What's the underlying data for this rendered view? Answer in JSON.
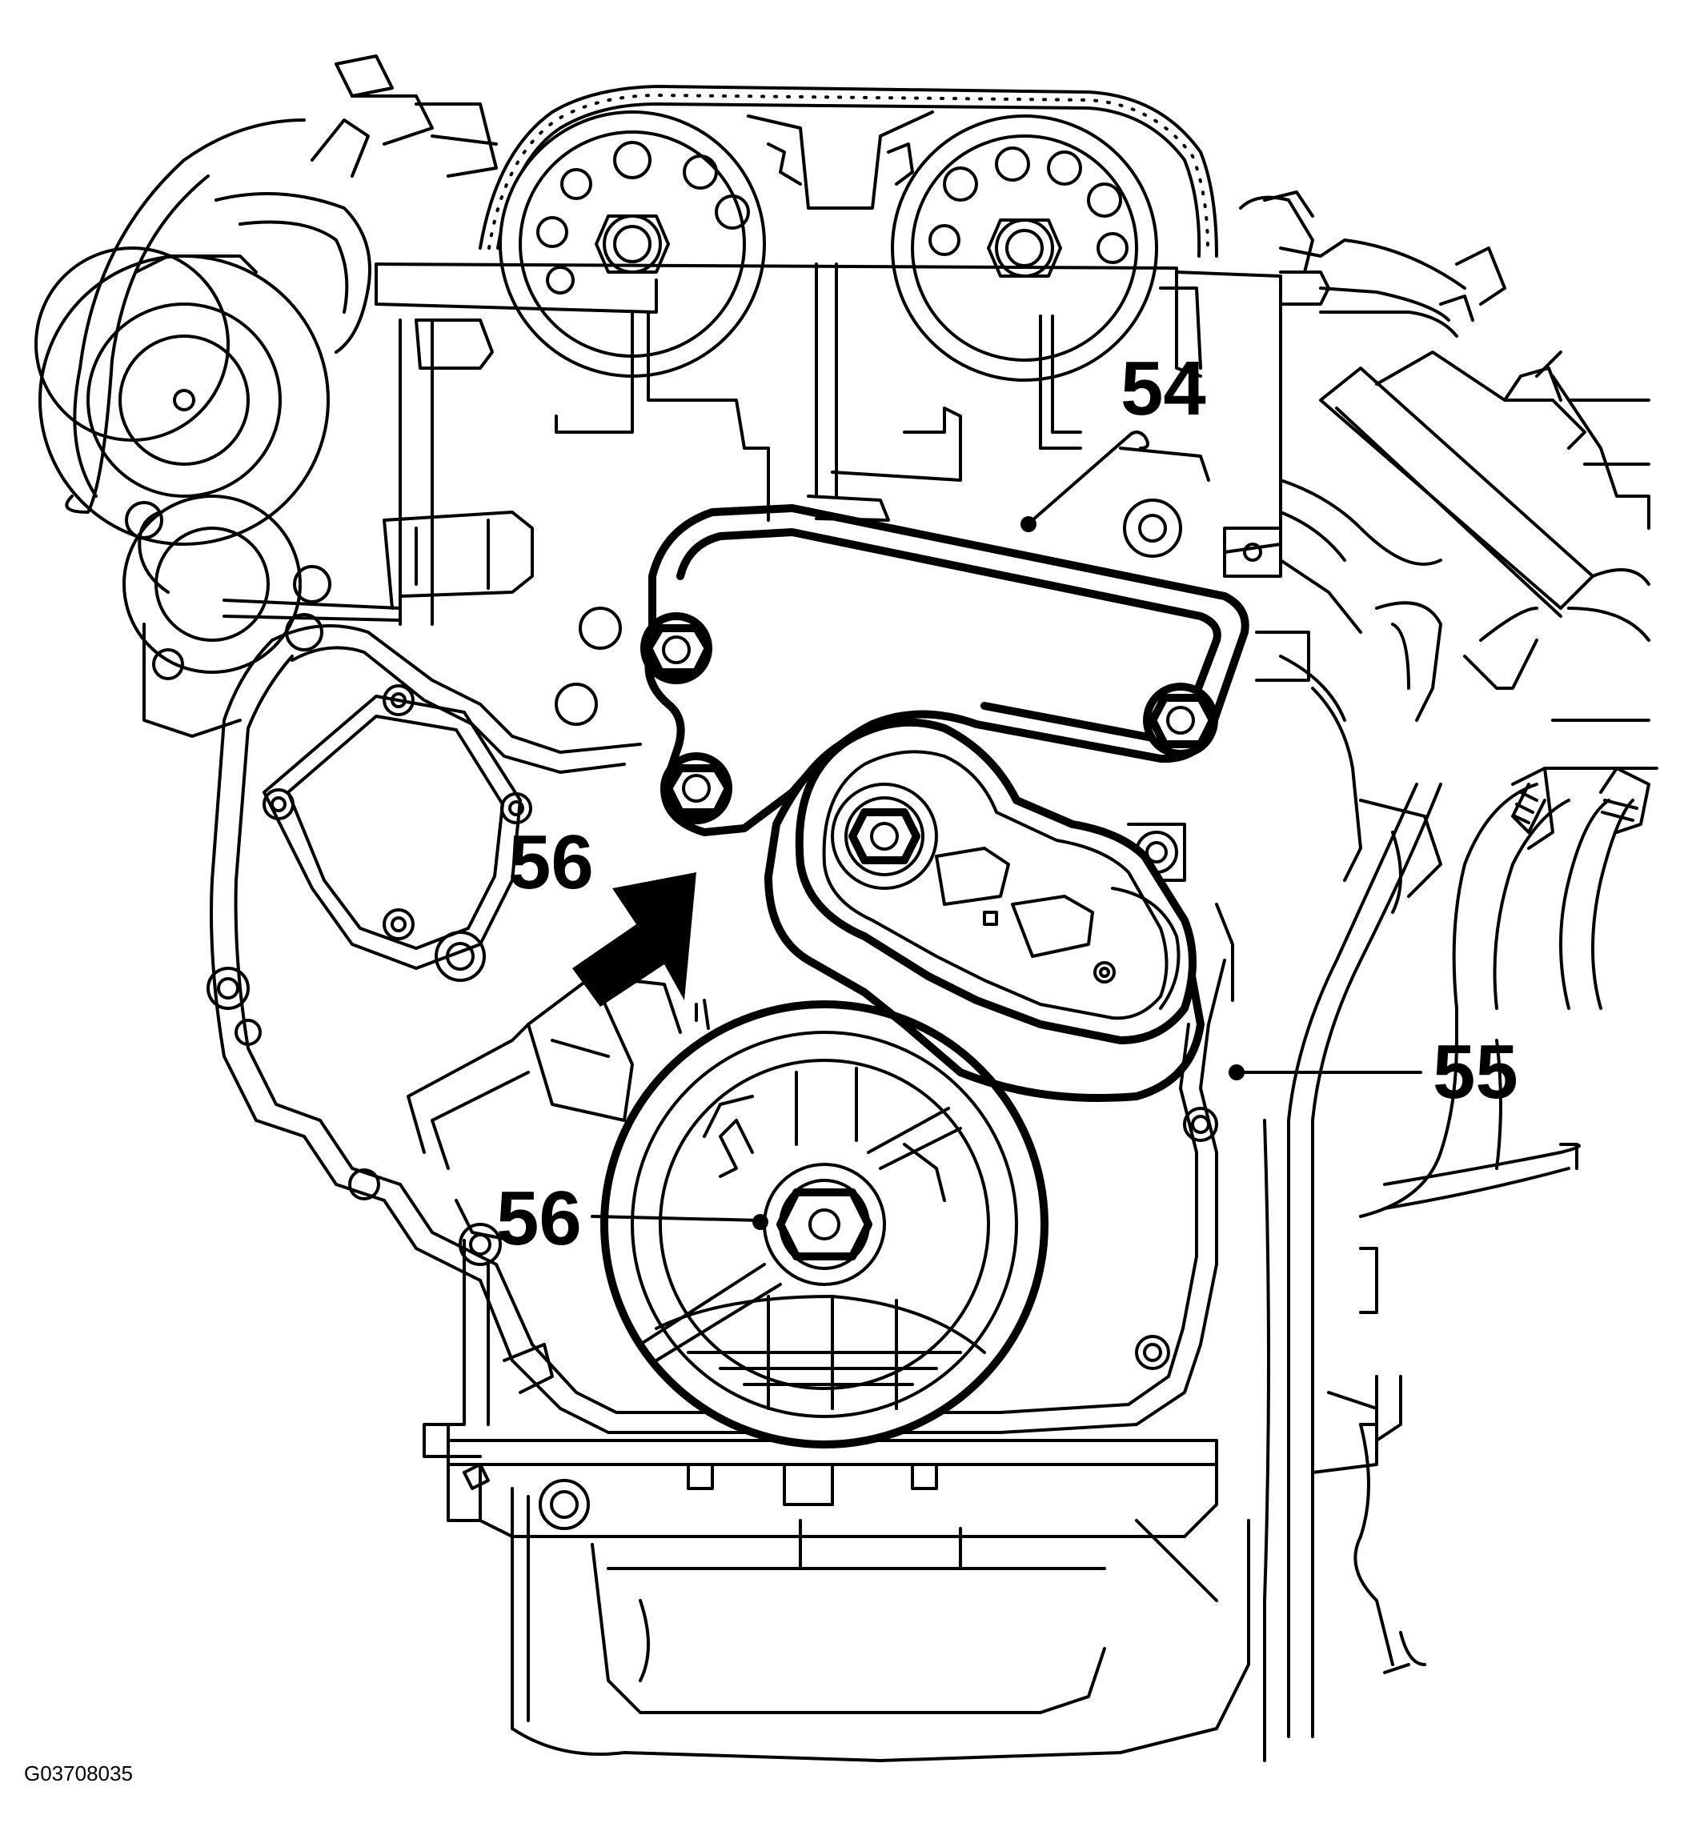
{
  "diagram": {
    "callouts": [
      {
        "id": "54",
        "label": "54"
      },
      {
        "id": "55",
        "label": "55"
      },
      {
        "id": "56a",
        "label": "56"
      },
      {
        "id": "56b",
        "label": "56"
      }
    ],
    "figure_code": "G03708035",
    "colors": {
      "ink": "#000000",
      "paper": "#ffffff"
    }
  }
}
